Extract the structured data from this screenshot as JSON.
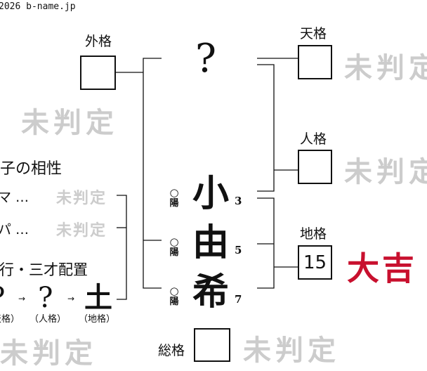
{
  "copyright": "2026 b-name.jp",
  "labels": {
    "gaikaku": "外格",
    "tenkaku": "天格",
    "jinkaku": "人格",
    "chikaku": "地格",
    "soukaku": "総格"
  },
  "values": {
    "gaikaku": "",
    "tenkaku": "",
    "jinkaku": "",
    "chikaku": "15",
    "soukaku": ""
  },
  "verdicts": {
    "undetermined": "未判定",
    "chikaku": "大吉"
  },
  "surname": "?",
  "given": [
    {
      "char": "小",
      "strokes": "3",
      "circle": "○",
      "yinyang": "陽"
    },
    {
      "char": "由",
      "strokes": "5",
      "circle": "○",
      "yinyang": "陽"
    },
    {
      "char": "希",
      "strokes": "7",
      "circle": "○",
      "yinyang": "陽"
    }
  ],
  "compat": {
    "title": "親子の相性",
    "mama": "ママ …",
    "papa": "パパ …",
    "mama_result": "未判定",
    "papa_result": "未判定"
  },
  "gogyo": {
    "title": "五行・三才配置",
    "items": [
      {
        "glyph": "?",
        "label": "（天格）"
      },
      {
        "glyph": "?",
        "label": "（人格）"
      },
      {
        "glyph": "土",
        "label": "（地格）"
      }
    ],
    "arrow": "→"
  }
}
